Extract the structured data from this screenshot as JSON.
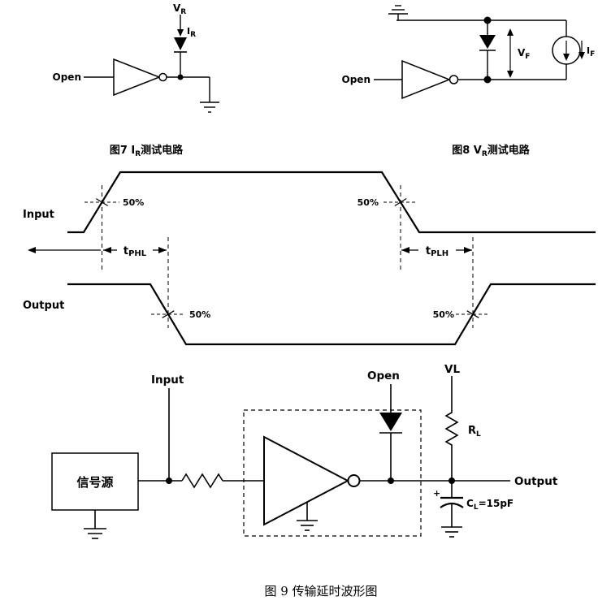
{
  "fig7": {
    "vr_main": "V",
    "vr_sub": "R",
    "ir_main": "I",
    "ir_sub": "R",
    "open_label": "Open",
    "caption_pre": "图7 I",
    "caption_sub": "R",
    "caption_post": "测试电路"
  },
  "fig8": {
    "open_label": "Open",
    "vf_main": "V",
    "vf_sub": "F",
    "if_main": "I",
    "if_sub": "F",
    "caption_pre": "图8 V",
    "caption_sub": "R",
    "caption_post": "测试电路"
  },
  "waveform": {
    "input_label": "Input",
    "output_label": "Output",
    "fifty_in_rise": "50%",
    "fifty_in_fall": "50%",
    "fifty_out_fall": "50%",
    "fifty_out_rise": "50%",
    "tphl_main": "t",
    "tphl_sub": "PHL",
    "tplh_main": "t",
    "tplh_sub": "PLH"
  },
  "fig9": {
    "input_label": "Input",
    "open_label": "Open",
    "vl_label": "VL",
    "source_label": "信号源",
    "rl_main": "R",
    "rl_sub": "L",
    "output_label": "Output",
    "plus_sign": "+",
    "cl_main": "C",
    "cl_sub": "L",
    "cl_value": "=15pF",
    "caption": "图 9 传输延时波形图"
  },
  "colors": {
    "ink": "#000000",
    "background": "#ffffff"
  }
}
